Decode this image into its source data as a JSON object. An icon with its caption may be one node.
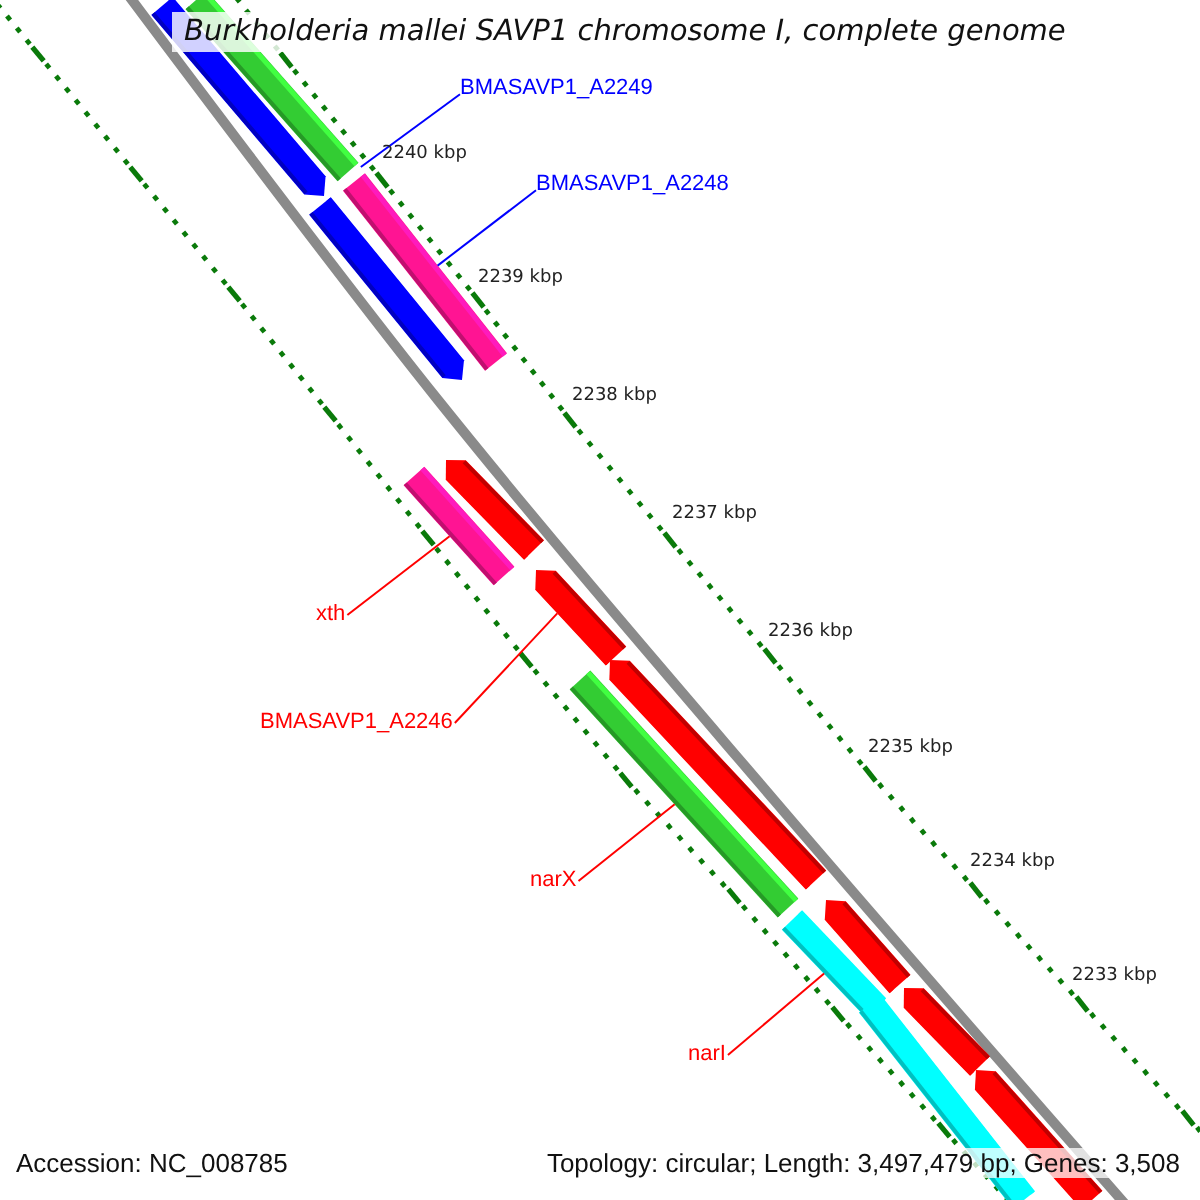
{
  "diagram": {
    "title": "Burkholderia mallei SAVP1 chromosome I, complete genome",
    "nodes": [
      {
        "text": [
          "BMASAVP1_A2249"
        ]
      },
      {
        "text": [
          "BMASAVP1_A2248"
        ]
      },
      {
        "text": [
          "xth"
        ]
      },
      {
        "text": [
          "BMASAVP1_A2246"
        ]
      },
      {
        "text": [
          "narX"
        ]
      },
      {
        "text": [
          "narI"
        ]
      },
      {
        "text": [],
        "shape": "pentagon"
      },
      {
        "text": [],
        "shape": "bar"
      },
      {
        "text": [],
        "shape": "pentagon"
      },
      {
        "text": [],
        "shape": "bar"
      },
      {
        "text": [],
        "shape": "pentagon"
      },
      {
        "text": [],
        "shape": "bar"
      },
      {
        "text": [],
        "shape": "pentagon"
      },
      {
        "text": [],
        "shape": "bar"
      },
      {
        "text": [],
        "shape": "pentagon"
      },
      {
        "text": [],
        "shape": "pentagon"
      },
      {
        "text": [],
        "shape": "bar"
      },
      {
        "text": [],
        "shape": "pentagon"
      },
      {
        "text": [],
        "shape": "bar"
      },
      {
        "text": [],
        "shape": "pentagon"
      }
    ],
    "edges": [
      {
        "from": 0,
        "to": 7,
        "arrow": "none",
        "color": "#0000ff"
      },
      {
        "from": 1,
        "to": 9,
        "arrow": "none",
        "color": "#0000ff"
      },
      {
        "from": 2,
        "to": 11,
        "arrow": "none"
      },
      {
        "from": 3,
        "to": 12,
        "arrow": "none"
      },
      {
        "from": 4,
        "to": 13,
        "arrow": "none"
      },
      {
        "from": 5,
        "to": 16,
        "arrow": "none"
      }
    ],
    "labels": [
      "2240 kbp",
      "2239 kbp",
      "2238 kbp",
      "2237 kbp",
      "2236 kbp",
      "2235 kbp",
      "2234 kbp",
      "2233 kbp",
      "Accession: NC_008785",
      "Topology: circular; Length: 3,497,479 bp; Genes: 3,508"
    ]
  }
}
